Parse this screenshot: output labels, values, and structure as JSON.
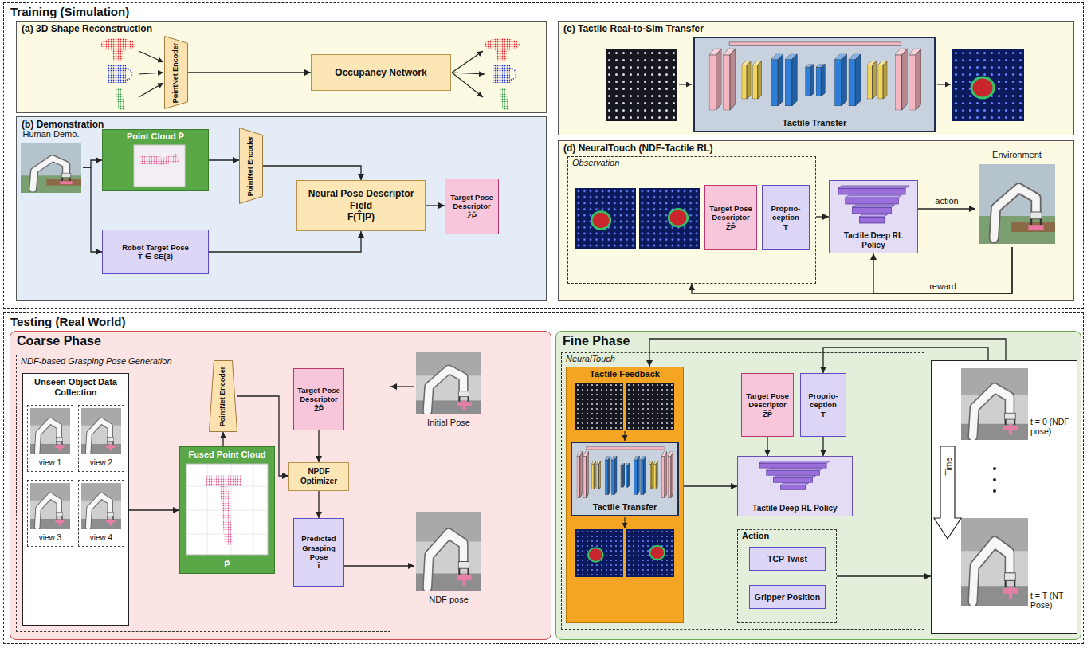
{
  "diagram": {
    "nodes": [
      {
        "text": [
          "Training (Simulation)"
        ]
      },
      {
        "text": [
          "(a) 3D Shape Reconstruction"
        ],
        "in": 0
      },
      {
        "text": [
          "PointNet Encoder"
        ],
        "in": 1
      },
      {
        "text": [
          "Occupancy Network"
        ],
        "in": 1
      },
      {
        "text": [
          "(b) Demonstration"
        ],
        "in": 0
      },
      {
        "text": [
          "Human Demo."
        ],
        "in": 4
      },
      {
        "text": [
          "Point Cloud P̂"
        ],
        "in": 4
      },
      {
        "text": [
          "Robot Target Pose",
          "T̂ ∈ SE(3)"
        ],
        "in": 4
      },
      {
        "text": [
          "PointNet Encoder"
        ],
        "in": 4
      },
      {
        "text": [
          "Neural Pose Descriptor Field",
          "F(T̂|P)"
        ],
        "in": 4
      },
      {
        "text": [
          "Target Pose Descriptor",
          "ẐP̂"
        ],
        "in": 4
      },
      {
        "text": [
          "(c) Tactile Real-to-Sim Transfer"
        ],
        "in": 0
      },
      {
        "text": [
          "Tactile Transfer"
        ],
        "in": 11
      },
      {
        "text": [
          "(d) NeuralTouch (NDF-Tactile RL)"
        ],
        "in": 0
      },
      {
        "text": [
          "Observation"
        ],
        "in": 13
      },
      {
        "text": [
          "Target Pose Descriptor",
          "ẐP̂"
        ],
        "in": 14
      },
      {
        "text": [
          "Proprio-ception",
          "T"
        ],
        "in": 14
      },
      {
        "text": [
          "Tactile Deep RL Policy"
        ],
        "in": 13
      },
      {
        "text": [
          "Environment"
        ],
        "in": 13
      },
      {
        "text": [
          "Testing (Real World)"
        ]
      },
      {
        "text": [
          "Coarse Phase"
        ],
        "in": 19
      },
      {
        "text": [
          "NDF-based Grasping Pose Generation"
        ],
        "in": 20
      },
      {
        "text": [
          "Unseen Object Data Collection"
        ],
        "in": 21
      },
      {
        "text": [
          "view 1"
        ],
        "in": 22
      },
      {
        "text": [
          "view 2"
        ],
        "in": 22
      },
      {
        "text": [
          "view 3"
        ],
        "in": 22
      },
      {
        "text": [
          "view 4"
        ],
        "in": 22
      },
      {
        "text": [
          "Fused Point Cloud",
          "P̂"
        ],
        "in": 21
      },
      {
        "text": [
          "PointNet Encoder"
        ],
        "in": 21
      },
      {
        "text": [
          "Target Pose Descriptor",
          "ẐP̂"
        ],
        "in": 21
      },
      {
        "text": [
          "NPDF Optimizer"
        ],
        "in": 21
      },
      {
        "text": [
          "Predicted Grasping Pose",
          "T̄"
        ],
        "in": 21
      },
      {
        "text": [
          "Initial Pose"
        ],
        "in": 20
      },
      {
        "text": [
          "NDF pose"
        ],
        "in": 20
      },
      {
        "text": [
          "Fine Phase"
        ],
        "in": 19
      },
      {
        "text": [
          "NeuralTouch"
        ],
        "in": 34
      },
      {
        "text": [
          "Tactile Feedback"
        ],
        "in": 35
      },
      {
        "text": [
          "Tactile Transfer"
        ],
        "in": 36
      },
      {
        "text": [
          "Target Pose Descriptor",
          "ẐP̂"
        ],
        "in": 35
      },
      {
        "text": [
          "Proprio-ception",
          "T"
        ],
        "in": 35
      },
      {
        "text": [
          "Tactile Deep RL Policy"
        ],
        "in": 35
      },
      {
        "text": [
          "Action"
        ],
        "in": 35
      },
      {
        "text": [
          "TCP Twist"
        ],
        "in": 41
      },
      {
        "text": [
          "Gripper Position"
        ],
        "in": 41
      },
      {
        "text": [
          "Time",
          "t = 0 (NDF pose)",
          "t = T (NT Pose)"
        ],
        "in": 34
      }
    ],
    "edges": [
      {
        "from": 2,
        "to": 3,
        "arrow": "to"
      },
      {
        "from": 5,
        "to": 6,
        "arrow": "to"
      },
      {
        "from": 5,
        "to": 7,
        "arrow": "to"
      },
      {
        "from": 6,
        "to": 8,
        "arrow": "to"
      },
      {
        "from": 8,
        "to": 9,
        "arrow": "to"
      },
      {
        "from": 7,
        "to": 9,
        "arrow": "to"
      },
      {
        "from": 9,
        "to": 10,
        "arrow": "to"
      },
      {
        "from": 14,
        "to": 17,
        "arrow": "to"
      },
      {
        "from": 17,
        "to": 18,
        "label": "action",
        "arrow": "to"
      },
      {
        "from": 18,
        "to": 17,
        "label": "reward",
        "arrow": "to"
      },
      {
        "from": 18,
        "to": 14,
        "arrow": "to"
      },
      {
        "from": 22,
        "to": 27,
        "arrow": "to"
      },
      {
        "from": 27,
        "to": 28,
        "arrow": "to"
      },
      {
        "from": 28,
        "to": 30,
        "arrow": "to"
      },
      {
        "from": 29,
        "to": 30,
        "arrow": "to"
      },
      {
        "from": 30,
        "to": 31,
        "arrow": "to"
      },
      {
        "from": 32,
        "to": 21,
        "arrow": "to"
      },
      {
        "from": 31,
        "to": 33,
        "arrow": "to"
      },
      {
        "from": 36,
        "to": 40,
        "arrow": "to"
      },
      {
        "from": 38,
        "to": 40,
        "arrow": "to"
      },
      {
        "from": 39,
        "to": 40,
        "arrow": "to"
      },
      {
        "from": 41,
        "to": 44,
        "arrow": "to"
      },
      {
        "from": 44,
        "to": 36,
        "arrow": "to"
      },
      {
        "from": 44,
        "to": 39,
        "arrow": "to"
      }
    ]
  }
}
